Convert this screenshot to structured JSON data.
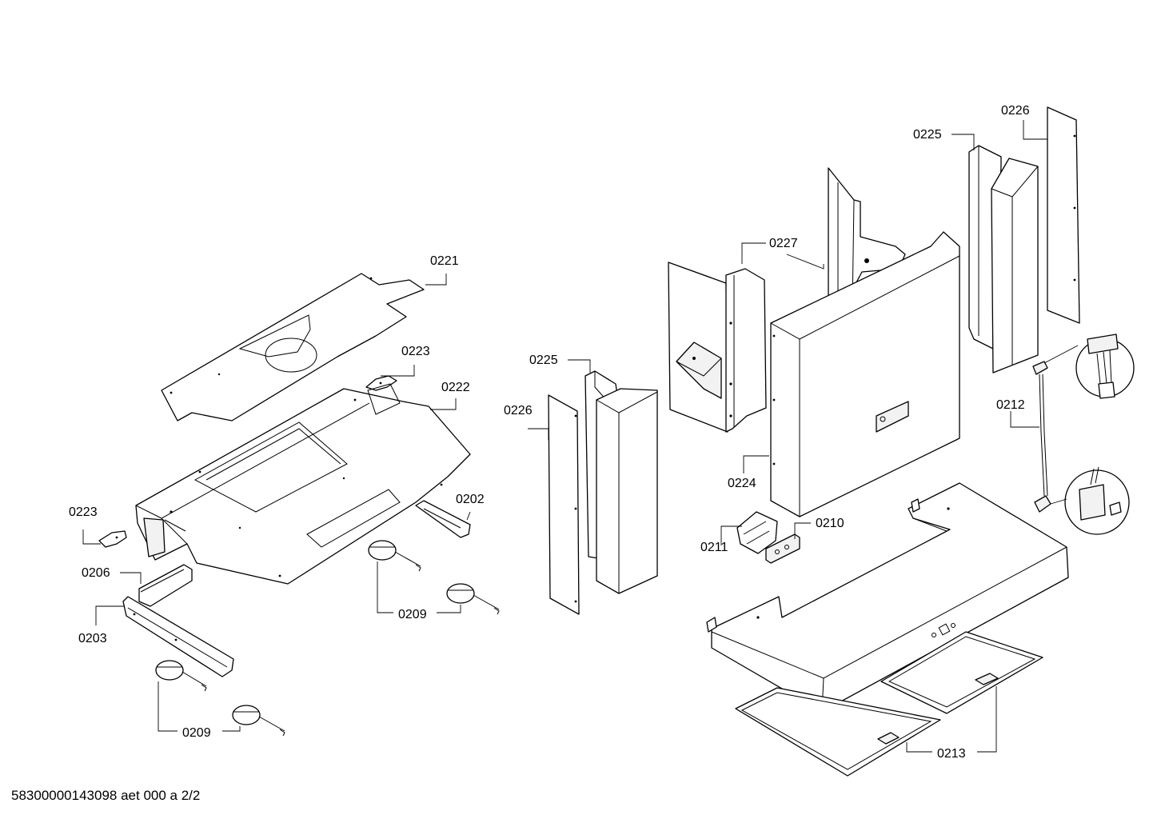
{
  "labels": {
    "l0221": "0221",
    "l0223a": "0223",
    "l0222": "0222",
    "l0223b": "0223",
    "l0202": "0202",
    "l0206": "0206",
    "l0203": "0203",
    "l0209a": "0209",
    "l0209b": "0209",
    "l0225a": "0225",
    "l0226a": "0226",
    "l0227": "0227",
    "l0224": "0224",
    "l0210": "0210",
    "l0211": "0211",
    "l0225b": "0225",
    "l0226b": "0226",
    "l0212": "0212",
    "l0213": "0213"
  },
  "footer": "58300000143098 aet 000 a 2/2"
}
